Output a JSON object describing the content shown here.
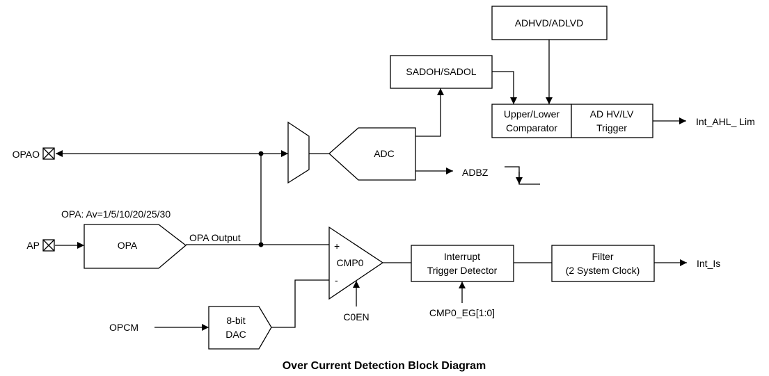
{
  "caption": "Over Current Detection Block Diagram",
  "blocks": {
    "adhvd": "ADHVD/ADLVD",
    "sadoh": "SADOH/SADOL",
    "comparator_line1": "Upper/Lower",
    "comparator_line2": "Comparator",
    "trigger_line1": "AD HV/LV",
    "trigger_line2": "Trigger",
    "adc": "ADC",
    "opa": "OPA",
    "cmp0": "CMP0",
    "dac_line1": "8-bit",
    "dac_line2": "DAC",
    "interrupt_line1": "Interrupt",
    "interrupt_line2": "Trigger Detector",
    "filter_line1": "Filter",
    "filter_line2": "(2 System Clock)"
  },
  "signals": {
    "opao": "OPAO",
    "ap": "AP",
    "opcm": "OPCM",
    "opa_gain": "OPA: Av=1/5/10/20/25/30",
    "opa_output": "OPA Output",
    "adbz": "ADBZ",
    "int_ahl_lim": "Int_AHL_ Lim",
    "int_is": "Int_Is",
    "c0en": "C0EN",
    "cmp0_eg": "CMP0_EG[1:0]",
    "plus": "+",
    "minus": "-"
  },
  "colors": {
    "line": "#000000",
    "background": "#ffffff"
  }
}
